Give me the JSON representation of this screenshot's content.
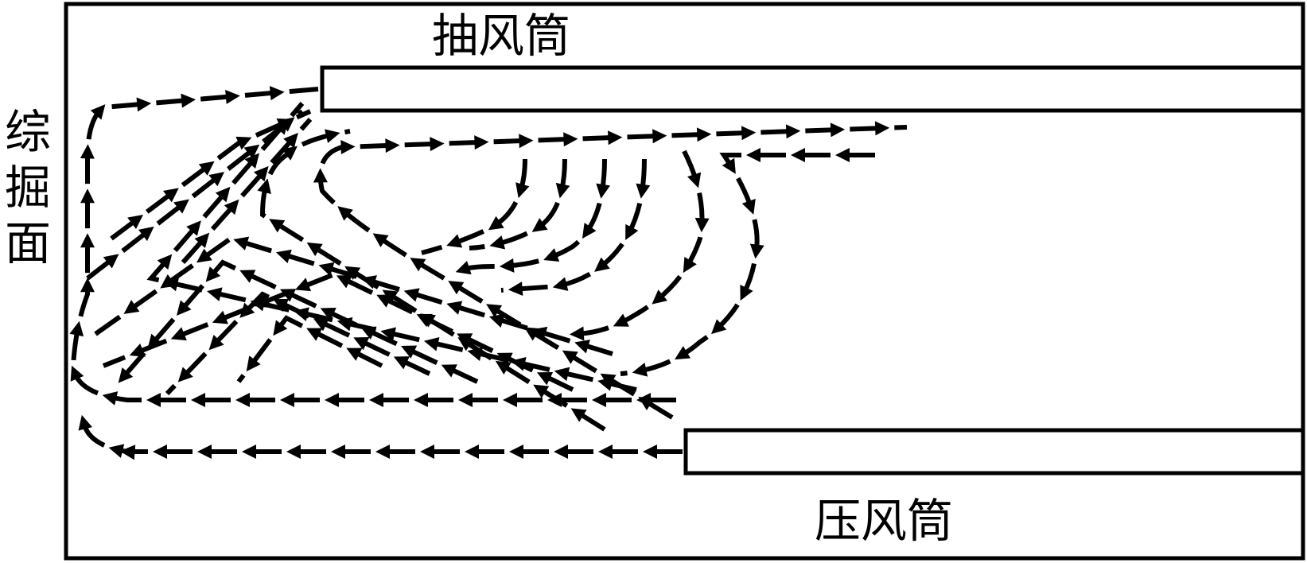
{
  "labels": {
    "exhaust_duct": "抽风筒",
    "pressure_duct": "压风筒",
    "working_face": "综掘面"
  },
  "colors": {
    "line": "#000000",
    "background": "#ffffff"
  }
}
